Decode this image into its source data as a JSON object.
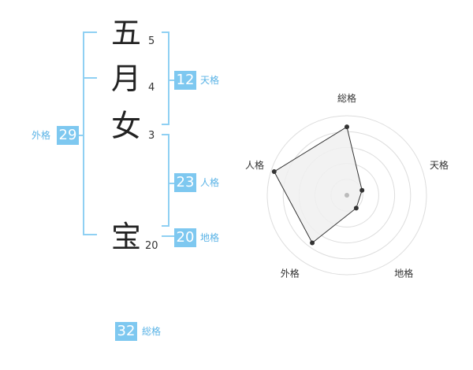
{
  "name": {
    "chars": [
      {
        "char": "五",
        "strokes": "5"
      },
      {
        "char": "月",
        "strokes": "4"
      },
      {
        "char": "女",
        "strokes": "3"
      },
      {
        "char": "宝",
        "strokes": "20"
      }
    ]
  },
  "kakusu": {
    "tenkaku": {
      "value": "12",
      "label": "天格"
    },
    "jinkaku": {
      "value": "23",
      "label": "人格"
    },
    "chikaku": {
      "value": "20",
      "label": "地格"
    },
    "gaikaku": {
      "value": "29",
      "label": "外格"
    },
    "soukaku": {
      "value": "32",
      "label": "総格"
    }
  },
  "chart_data": {
    "type": "radar",
    "axes": [
      "総格",
      "天格",
      "地格",
      "外格",
      "人格"
    ],
    "values": [
      4.3,
      1.0,
      1.0,
      3.7,
      4.8
    ],
    "range": [
      0,
      5
    ],
    "rings": 5,
    "fill_color": "#f0f0f0",
    "line_color": "#333333",
    "ring_color": "#dddddd"
  },
  "colors": {
    "accent": "#7ec8f0",
    "bracket": "#8fd0f3",
    "label": "#5ab3e6"
  }
}
